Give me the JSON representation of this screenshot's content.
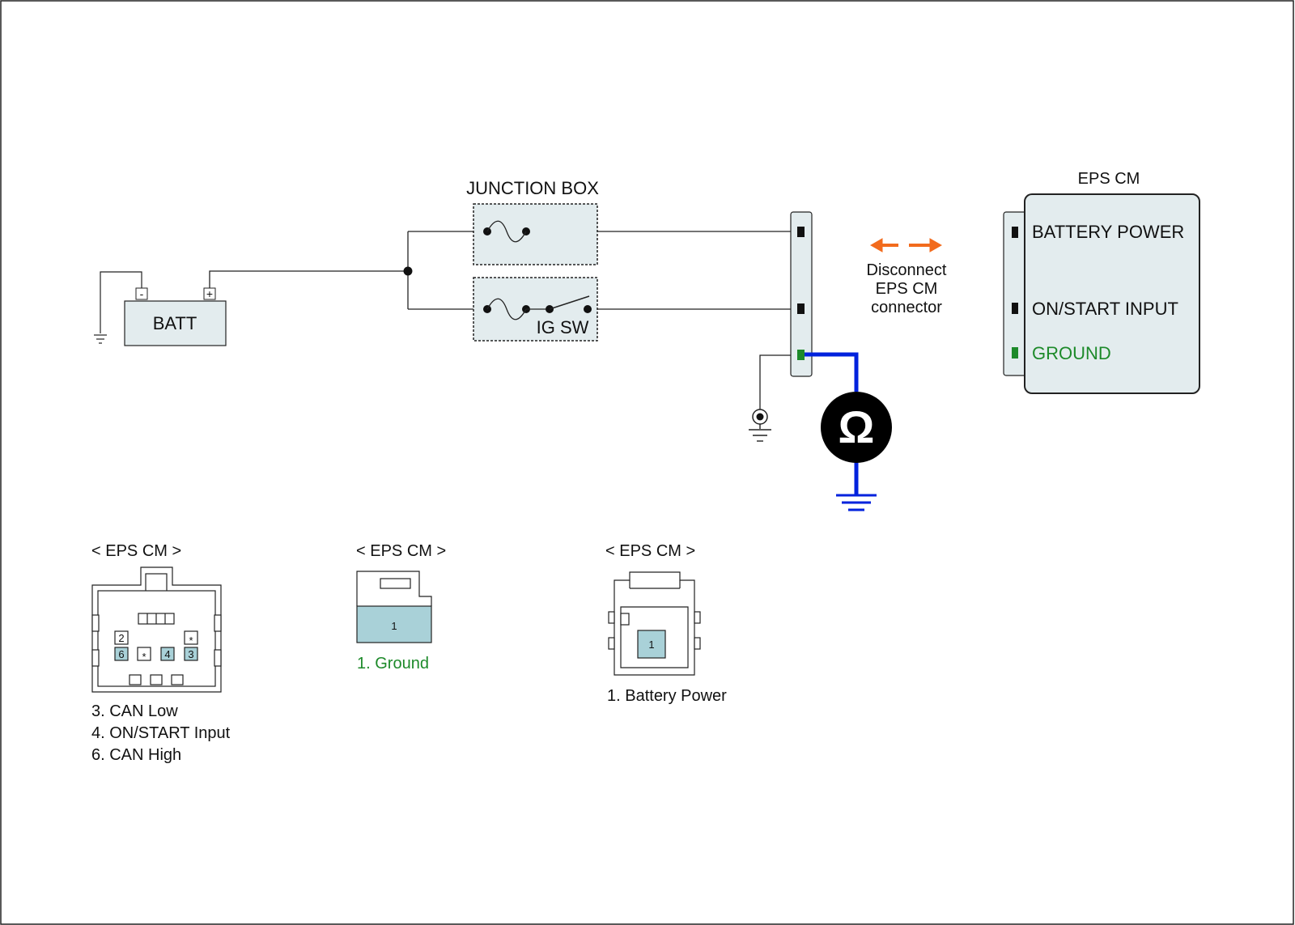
{
  "colors": {
    "wire": "#111111",
    "measure_wire": "#0022dd",
    "box_fill": "#e3ecee",
    "pin_fill": "#a9d1d8",
    "ground_text": "#1d8a2a",
    "arrow": "#f26b1d"
  },
  "battery": {
    "label": "BATT",
    "neg": "-",
    "pos": "+"
  },
  "junction_box": {
    "title": "JUNCTION BOX",
    "switch_label": "IG SW"
  },
  "action": {
    "line1": "Disconnect",
    "line2": "EPS CM",
    "line3": "connector"
  },
  "meter": {
    "symbol": "Ω",
    "icon": "ohmmeter-icon"
  },
  "module": {
    "title": "EPS CM",
    "pins": [
      {
        "label": "BATTERY POWER"
      },
      {
        "label": "ON/START INPUT"
      },
      {
        "label": "GROUND"
      }
    ]
  },
  "connectors": [
    {
      "title": "< EPS CM >",
      "pin_labels": [
        "2",
        "*",
        "6",
        "*",
        "4",
        "3"
      ],
      "legend": [
        "3. CAN Low",
        "4. ON/START Input",
        "6. CAN High"
      ]
    },
    {
      "title": "< EPS CM >",
      "pin_labels": [
        "1"
      ],
      "legend": [
        "1. Ground"
      ]
    },
    {
      "title": "< EPS CM >",
      "pin_labels": [
        "1"
      ],
      "legend": [
        "1. Battery Power"
      ]
    }
  ]
}
